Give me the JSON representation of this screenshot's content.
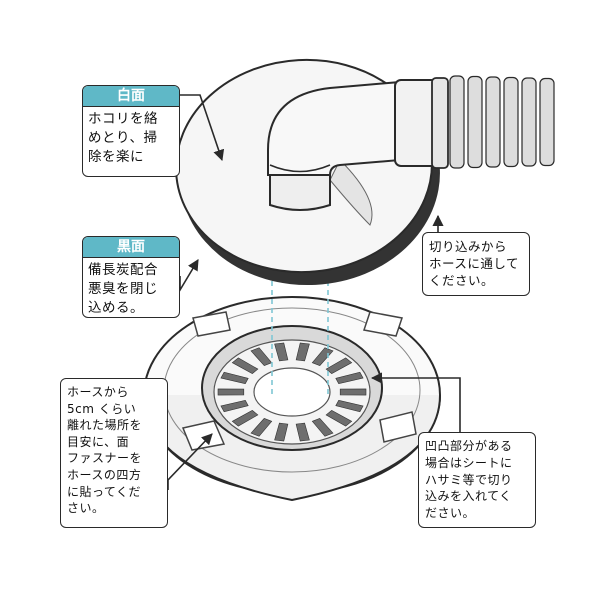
{
  "callouts": {
    "white_side": {
      "title": "白面",
      "text": "ホコリを絡\nめとり、掃\n除を楽に"
    },
    "black_side": {
      "title": "黒面",
      "text": "備長炭配合\n悪臭を閉じ\n込める。"
    },
    "slit": {
      "text": "切り込みから\nホースに通して\nください。"
    },
    "fastener": {
      "text": "ホースから\n5cm くらい\n離れた場所を\n目安に、面\nファスナーを\nホースの四方\nに貼ってくだ\nさい。"
    },
    "uneven": {
      "text": "凹凸部分がある\n場合はシートに\nハサミ等で切り\n込みを入れてく\nださい。"
    }
  },
  "colors": {
    "accent": "#5fb8c7",
    "line": "#2a2a2a",
    "dashed": "#7fc6d4",
    "dark_band": "#333333"
  }
}
